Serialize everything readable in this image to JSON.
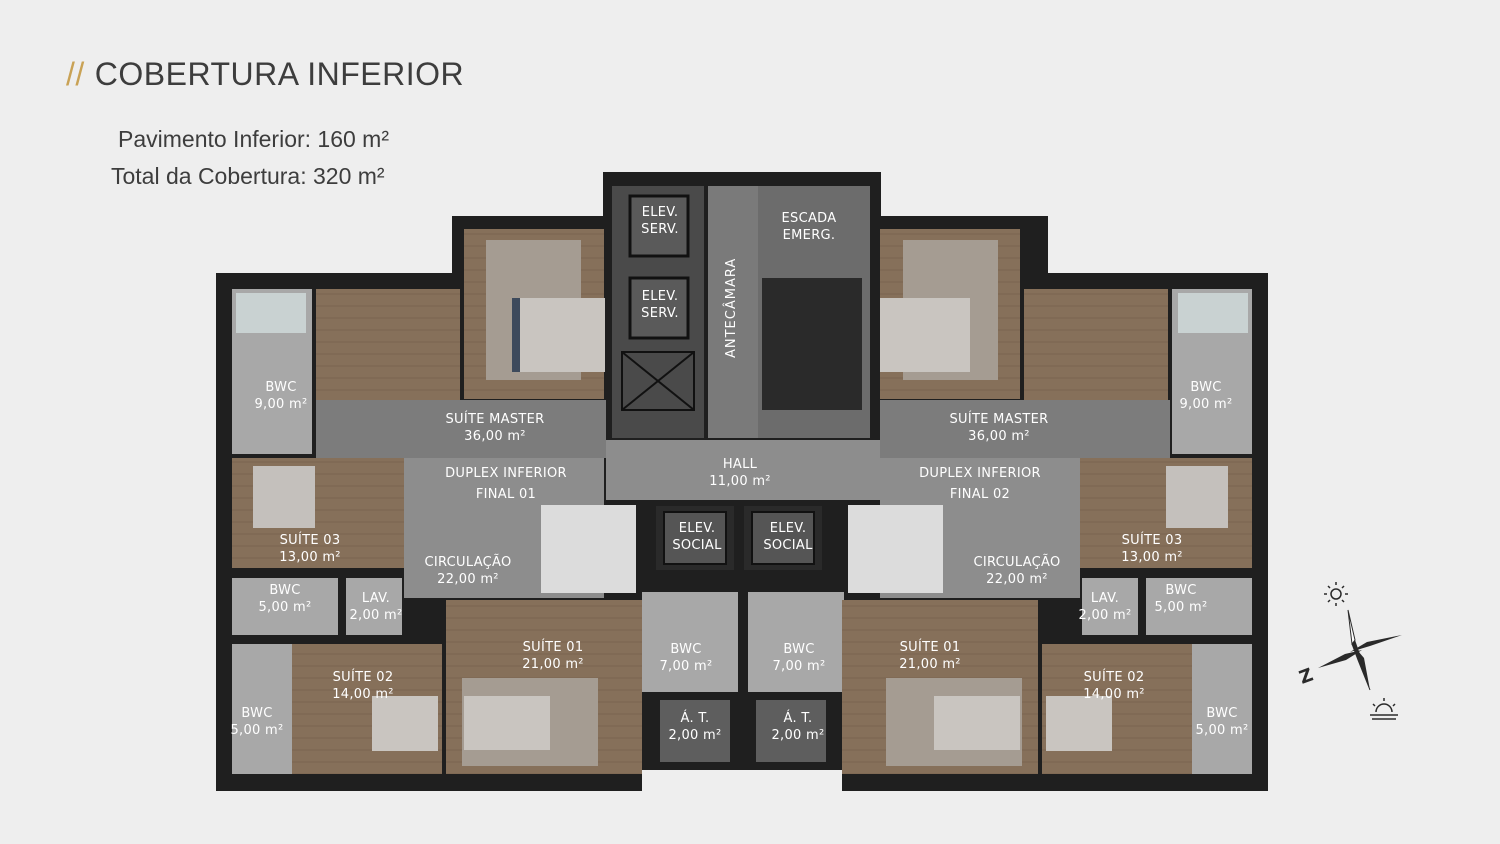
{
  "header": {
    "slash": "//",
    "title": "COBERTURA INFERIOR",
    "pavimento_inferior": "Pavimento Inferior: 160 m²",
    "total_cobertura": "Total da Cobertura: 320 m²"
  },
  "rooms": {
    "elev_serv_1": [
      "ELEV.",
      "SERV."
    ],
    "elev_serv_2": [
      "ELEV.",
      "SERV."
    ],
    "escada": [
      "ESCADA",
      "EMERG."
    ],
    "antecamara": "ANTECÂMARA",
    "hall": [
      "HALL",
      "11,00 m²"
    ],
    "duplex_left": [
      "DUPLEX INFERIOR",
      "FINAL 01"
    ],
    "duplex_right": [
      "DUPLEX INFERIOR",
      "FINAL 02"
    ],
    "elev_social_1": [
      "ELEV.",
      "SOCIAL"
    ],
    "elev_social_2": [
      "ELEV.",
      "SOCIAL"
    ],
    "suite_master_left": [
      "SUÍTE MASTER",
      "36,00 m²"
    ],
    "suite_master_right": [
      "SUÍTE MASTER",
      "36,00 m²"
    ],
    "bwc_top_left": [
      "BWC",
      "9,00 m²"
    ],
    "bwc_top_right": [
      "BWC",
      "9,00 m²"
    ],
    "suite03_left": [
      "SUÍTE 03",
      "13,00 m²"
    ],
    "suite03_right": [
      "SUÍTE 03",
      "13,00 m²"
    ],
    "circ_left": [
      "CIRCULAÇÃO",
      "22,00 m²"
    ],
    "circ_right": [
      "CIRCULAÇÃO",
      "22,00 m²"
    ],
    "bwc_mid_left": [
      "BWC",
      "5,00 m²"
    ],
    "bwc_mid_right": [
      "BWC",
      "5,00 m²"
    ],
    "lav_left": [
      "LAV.",
      "2,00 m²"
    ],
    "lav_right": [
      "LAV.",
      "2,00 m²"
    ],
    "suite01_left": [
      "SUÍTE 01",
      "21,00 m²"
    ],
    "suite01_right": [
      "SUÍTE 01",
      "21,00 m²"
    ],
    "bwc_c_left": [
      "BWC",
      "7,00 m²"
    ],
    "bwc_c_right": [
      "BWC",
      "7,00 m²"
    ],
    "suite02_left": [
      "SUÍTE 02",
      "14,00 m²"
    ],
    "suite02_right": [
      "SUÍTE 02",
      "14,00 m²"
    ],
    "bwc_bot_left": [
      "BWC",
      "5,00 m²"
    ],
    "bwc_bot_right": [
      "BWC",
      "5,00 m²"
    ],
    "at_left": [
      "Á. T.",
      "2,00 m²"
    ],
    "at_right": [
      "Á. T.",
      "2,00 m²"
    ]
  },
  "compass": {
    "north_letter": "Z"
  },
  "colors": {
    "accent": "#c9a255",
    "text": "#3d3d3d",
    "wall": "#1f1f1f",
    "wood": "#8a7258",
    "circulation": "#8d8d8d",
    "core": "#6c6c6c",
    "bath": "#a7a7a7"
  }
}
